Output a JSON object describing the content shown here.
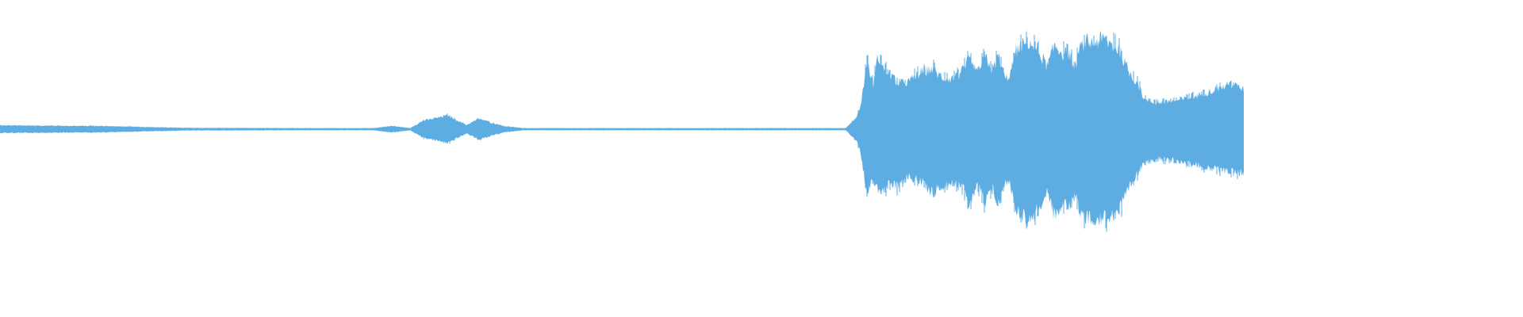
{
  "colors": {
    "background": "#ffffff",
    "waveform": "#5dade2"
  },
  "chart_data": {
    "type": "area",
    "title": "",
    "xlabel": "",
    "ylabel": "",
    "xlim": [
      0,
      1
    ],
    "ylim": [
      -1,
      1
    ],
    "grid": false,
    "legend": "none",
    "envelope": {
      "t": [
        0.0,
        0.08,
        0.15,
        0.25,
        0.3,
        0.315,
        0.33,
        0.34,
        0.36,
        0.375,
        0.385,
        0.395,
        0.405,
        0.42,
        0.5,
        0.6,
        0.68,
        0.689,
        0.692,
        0.697,
        0.702,
        0.706,
        0.71,
        0.716,
        0.722,
        0.73,
        0.74,
        0.75,
        0.757,
        0.765,
        0.773,
        0.779,
        0.786,
        0.792,
        0.798,
        0.803,
        0.808,
        0.812,
        0.817,
        0.822,
        0.828,
        0.835,
        0.842,
        0.848,
        0.855,
        0.86,
        0.864,
        0.867,
        0.872,
        0.878,
        0.885,
        0.892,
        0.9,
        0.905,
        0.91,
        0.915,
        0.92,
        0.93,
        0.945,
        0.96,
        0.975,
        0.99,
        1.0
      ],
      "upper": [
        0.035,
        0.03,
        0.012,
        0.01,
        0.01,
        0.03,
        0.01,
        0.08,
        0.13,
        0.04,
        0.1,
        0.06,
        0.03,
        0.01,
        0.01,
        0.01,
        0.01,
        0.12,
        0.23,
        0.64,
        0.42,
        0.7,
        0.58,
        0.52,
        0.44,
        0.45,
        0.54,
        0.58,
        0.49,
        0.48,
        0.54,
        0.66,
        0.52,
        0.7,
        0.56,
        0.7,
        0.48,
        0.52,
        0.75,
        0.8,
        0.83,
        0.74,
        0.6,
        0.8,
        0.72,
        0.72,
        0.56,
        0.73,
        0.84,
        0.82,
        0.86,
        0.82,
        0.76,
        0.61,
        0.5,
        0.44,
        0.28,
        0.25,
        0.27,
        0.31,
        0.37,
        0.43,
        0.38
      ],
      "lower": [
        0.035,
        0.03,
        0.012,
        0.01,
        0.01,
        0.03,
        0.01,
        0.08,
        0.13,
        0.04,
        0.1,
        0.06,
        0.03,
        0.01,
        0.01,
        0.01,
        0.01,
        0.12,
        0.23,
        0.6,
        0.48,
        0.56,
        0.58,
        0.52,
        0.56,
        0.45,
        0.5,
        0.6,
        0.54,
        0.5,
        0.52,
        0.72,
        0.52,
        0.71,
        0.56,
        0.72,
        0.5,
        0.52,
        0.76,
        0.82,
        0.88,
        0.76,
        0.6,
        0.84,
        0.72,
        0.72,
        0.58,
        0.74,
        0.85,
        0.83,
        0.86,
        0.83,
        0.76,
        0.64,
        0.52,
        0.42,
        0.3,
        0.28,
        0.3,
        0.33,
        0.38,
        0.4,
        0.42
      ]
    }
  }
}
